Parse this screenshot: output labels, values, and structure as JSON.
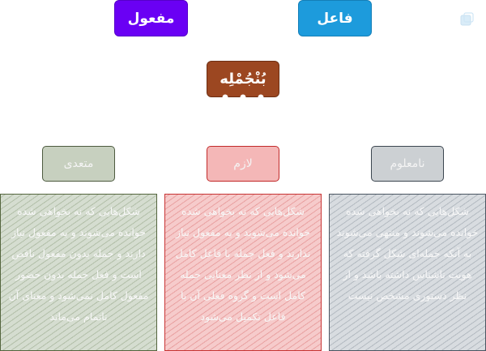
{
  "top_tags": {
    "fail": "فاعل",
    "maful": "مفعول"
  },
  "center_tag": "بُنْجُمْلِه",
  "columns": [
    {
      "id": "right",
      "heading": "نامعلوم",
      "body": "شکل‌هایی که نه بخواهی شده خوانده می‌شوند و منتهی می‌شوند به آنکه جمله‌ای شکل گرفته که هویت ناشناس داشته باشد و از نظر دستوری مشخص نیست"
    },
    {
      "id": "middle",
      "heading": "لازم",
      "body": "شکل‌هایی که نه بخواهی شده خوانده می‌شوند و به مفعول نیاز ندارند و فعل جمله با فاعل کامل می‌شود و از نظر معنایی جمله کامل است و گروه فعلی آن با فاعل تکمیل می‌شود"
    },
    {
      "id": "left",
      "heading": "متعدی",
      "body": "شکل‌هایی که نه بخواهی شده خوانده می‌شوند و به مفعول نیاز دارند و جمله بدون مفعول ناقص است و فعل جمله بدون حضور مفعول کامل نمی‌شود و معنای آن ناتمام می‌ماند"
    }
  ],
  "colors": {
    "fail": "#1d9bdc",
    "maful": "#6a00f4",
    "center": "#9c4721",
    "right": "#4b5662",
    "middle": "#c73434",
    "left": "#55663f"
  }
}
